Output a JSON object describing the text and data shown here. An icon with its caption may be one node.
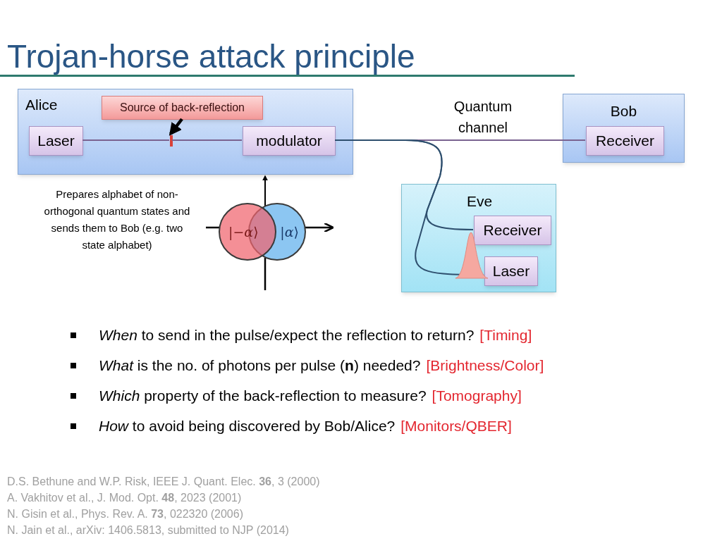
{
  "diagram": {
    "title": "Trojan-horse attack principle",
    "nodes": [
      {
        "text": [
          "Alice"
        ]
      },
      {
        "text": [
          "Source of back-reflection"
        ],
        "in": 0
      },
      {
        "text": [
          "Laser"
        ],
        "in": 0
      },
      {
        "text": [
          "modulator"
        ],
        "in": 0
      },
      {
        "text": [],
        "shape": "bar",
        "in": 0
      },
      {
        "text": [
          "Bob"
        ]
      },
      {
        "text": [
          "Receiver"
        ],
        "in": 5
      },
      {
        "text": [
          "Eve"
        ]
      },
      {
        "text": [
          "Receiver"
        ],
        "in": 7
      },
      {
        "text": [
          "Laser"
        ],
        "in": 7
      },
      {
        "text": [
          "|−*α*⟩"
        ]
      },
      {
        "text": [
          "|*α*⟩"
        ]
      }
    ],
    "edges": [
      {
        "from": 2,
        "to": 4,
        "arrow": "none"
      },
      {
        "from": 4,
        "to": 3,
        "arrow": "none"
      },
      {
        "from": 3,
        "to": 6,
        "arrow": "none"
      },
      {
        "from": 3,
        "to": 8,
        "arrow": "none",
        "color": "#2e4f6e"
      },
      {
        "from": 3,
        "to": 9,
        "arrow": "none",
        "color": "#2e4f6e"
      },
      {
        "from": 1,
        "to": 4,
        "arrow": "to",
        "style": "thick",
        "color": "#000000"
      },
      {
        "from": 10,
        "to": 0,
        "arrow": "to",
        "color": "#000000"
      }
    ],
    "labels": [
      "Quantum channel",
      "Prepares alphabet of non-orthogonal quantum states and sends them to Bob (e.g. two state alphabet)",
      "*When* to send in the pulse/expect the reflection to return?",
      "[Timing]",
      "*What* is the no. of photons per pulse (**n**) needed?",
      "[Brightness/Color]",
      "*Which* property of the back-reflection to measure?",
      "[Tomography]",
      "*How* to avoid being discovered by Bob/Alice?",
      "[Monitors/QBER]",
      "D.S. Bethune and W.P. Risk, IEEE J. Quant. Elec. **36**, 3 (2000)",
      "A. Vakhitov et al., J. Mod. Opt. **48**, 2023 (2001)",
      "N. Gisin et al., Phys. Rev. A. **73**, 022320 (2006)",
      "N. Jain et al., arXiv: 1406.5813, submitted to NJP (2014)"
    ]
  }
}
